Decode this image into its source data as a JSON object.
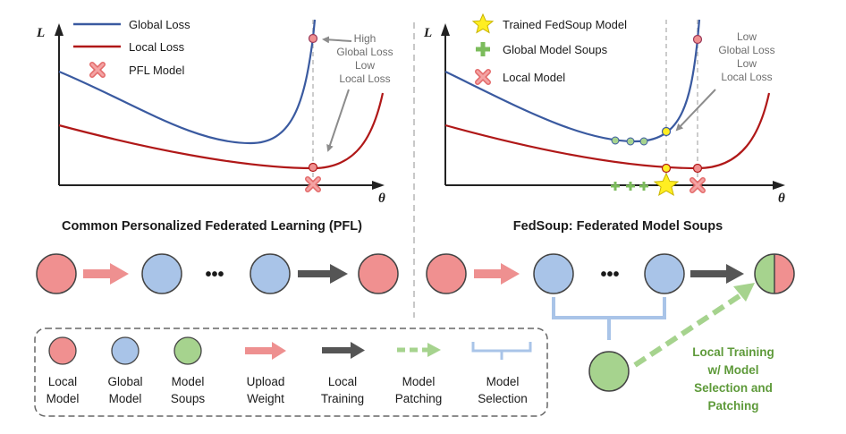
{
  "colors": {
    "global_loss": "#3a5aa0",
    "local_loss": "#b01818",
    "local_model": "#f09090",
    "global_model": "#a9c4e8",
    "model_soups": "#a6d38e",
    "upload_arrow": "#ee9090",
    "train_arrow": "#555555",
    "patch_arrow": "#a6d38e",
    "selection_bracket": "#a9c4e8",
    "star": "#ffee22"
  },
  "left_panel": {
    "y_axis_label": "L",
    "x_axis_label": "θ",
    "legend": {
      "global_loss": "Global Loss",
      "local_loss": "Local Loss",
      "pfl_model": "PFL Model"
    },
    "annotation": [
      "High",
      "Global Loss",
      "Low",
      "Local Loss"
    ],
    "caption": "Common Personalized Federated Learning (PFL)"
  },
  "right_panel": {
    "y_axis_label": "L",
    "x_axis_label": "θ",
    "legend": {
      "trained": "Trained FedSoup Model",
      "soups": "Global Model Soups",
      "local": "Local Model"
    },
    "annotation": [
      "Low",
      "Global Loss",
      "Low",
      "Local Loss"
    ],
    "caption": "FedSoup: Federated Model Soups"
  },
  "flow": {
    "ellipsis_left": "•••",
    "ellipsis_right": "•••",
    "green_label": [
      "Local Training",
      "w/ Model",
      "Selection and",
      "Patching"
    ]
  },
  "legend_box": {
    "items": [
      {
        "label": [
          "Local",
          "Model"
        ],
        "icon": "local-model-circle"
      },
      {
        "label": [
          "Global",
          "Model"
        ],
        "icon": "global-model-circle"
      },
      {
        "label": [
          "Model",
          "Soups"
        ],
        "icon": "model-soups-circle"
      },
      {
        "label": [
          "Upload",
          "Weight"
        ],
        "icon": "upload-arrow"
      },
      {
        "label": [
          "Local",
          "Training"
        ],
        "icon": "training-arrow"
      },
      {
        "label": [
          "Model",
          "Patching"
        ],
        "icon": "patching-arrow"
      },
      {
        "label": [
          "Model",
          "Selection"
        ],
        "icon": "selection-bracket"
      }
    ]
  }
}
